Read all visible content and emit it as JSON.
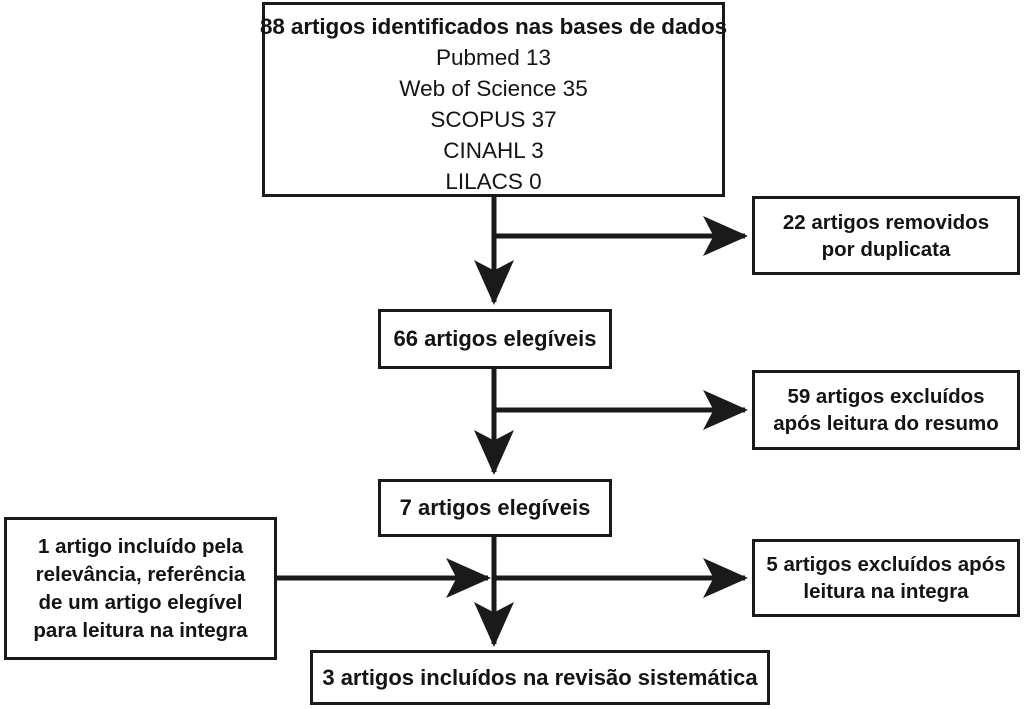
{
  "diagram": {
    "type": "prisma-flow-diagram",
    "language": "pt-BR",
    "stroke_color": "#1a1a1a",
    "text_color": "#141414",
    "background_color": "#ffffff"
  },
  "nodes": {
    "sources": {
      "title": "88 artigos identificados nas bases de dados",
      "count": 88,
      "databases": [
        {
          "name": "Pubmed",
          "count": 13,
          "label": "Pubmed 13"
        },
        {
          "name": "Web of Science",
          "count": 35,
          "label": "Web of Science 35"
        },
        {
          "name": "SCOPUS",
          "count": 37,
          "label": "SCOPUS 37"
        },
        {
          "name": "CINAHL",
          "count": 3,
          "label": "CINAHL 3"
        },
        {
          "name": "LILACS",
          "count": 0,
          "label": "LILACS 0"
        }
      ]
    },
    "removed_duplicates": {
      "line1": "22 artigos removidos",
      "line2": "por duplicata",
      "count": 22
    },
    "eligible_66": {
      "label": "66 artigos elegíveis",
      "count": 66
    },
    "excluded_abstract": {
      "line1": "59 artigos excluídos",
      "line2": "após leitura do resumo",
      "count": 59
    },
    "eligible_7": {
      "label": "7 artigos elegíveis",
      "count": 7
    },
    "included_relevance": {
      "line1": "1 artigo incluído pela",
      "line2": "relevância, referência",
      "line3": "de um artigo elegível",
      "line4": "para leitura na integra",
      "count": 1
    },
    "excluded_fulltext": {
      "line1": "5 artigos excluídos após",
      "line2": "leitura na integra",
      "count": 5
    },
    "final_included": {
      "label": "3 artigos incluídos na revisão sistemática",
      "count": 3
    }
  }
}
